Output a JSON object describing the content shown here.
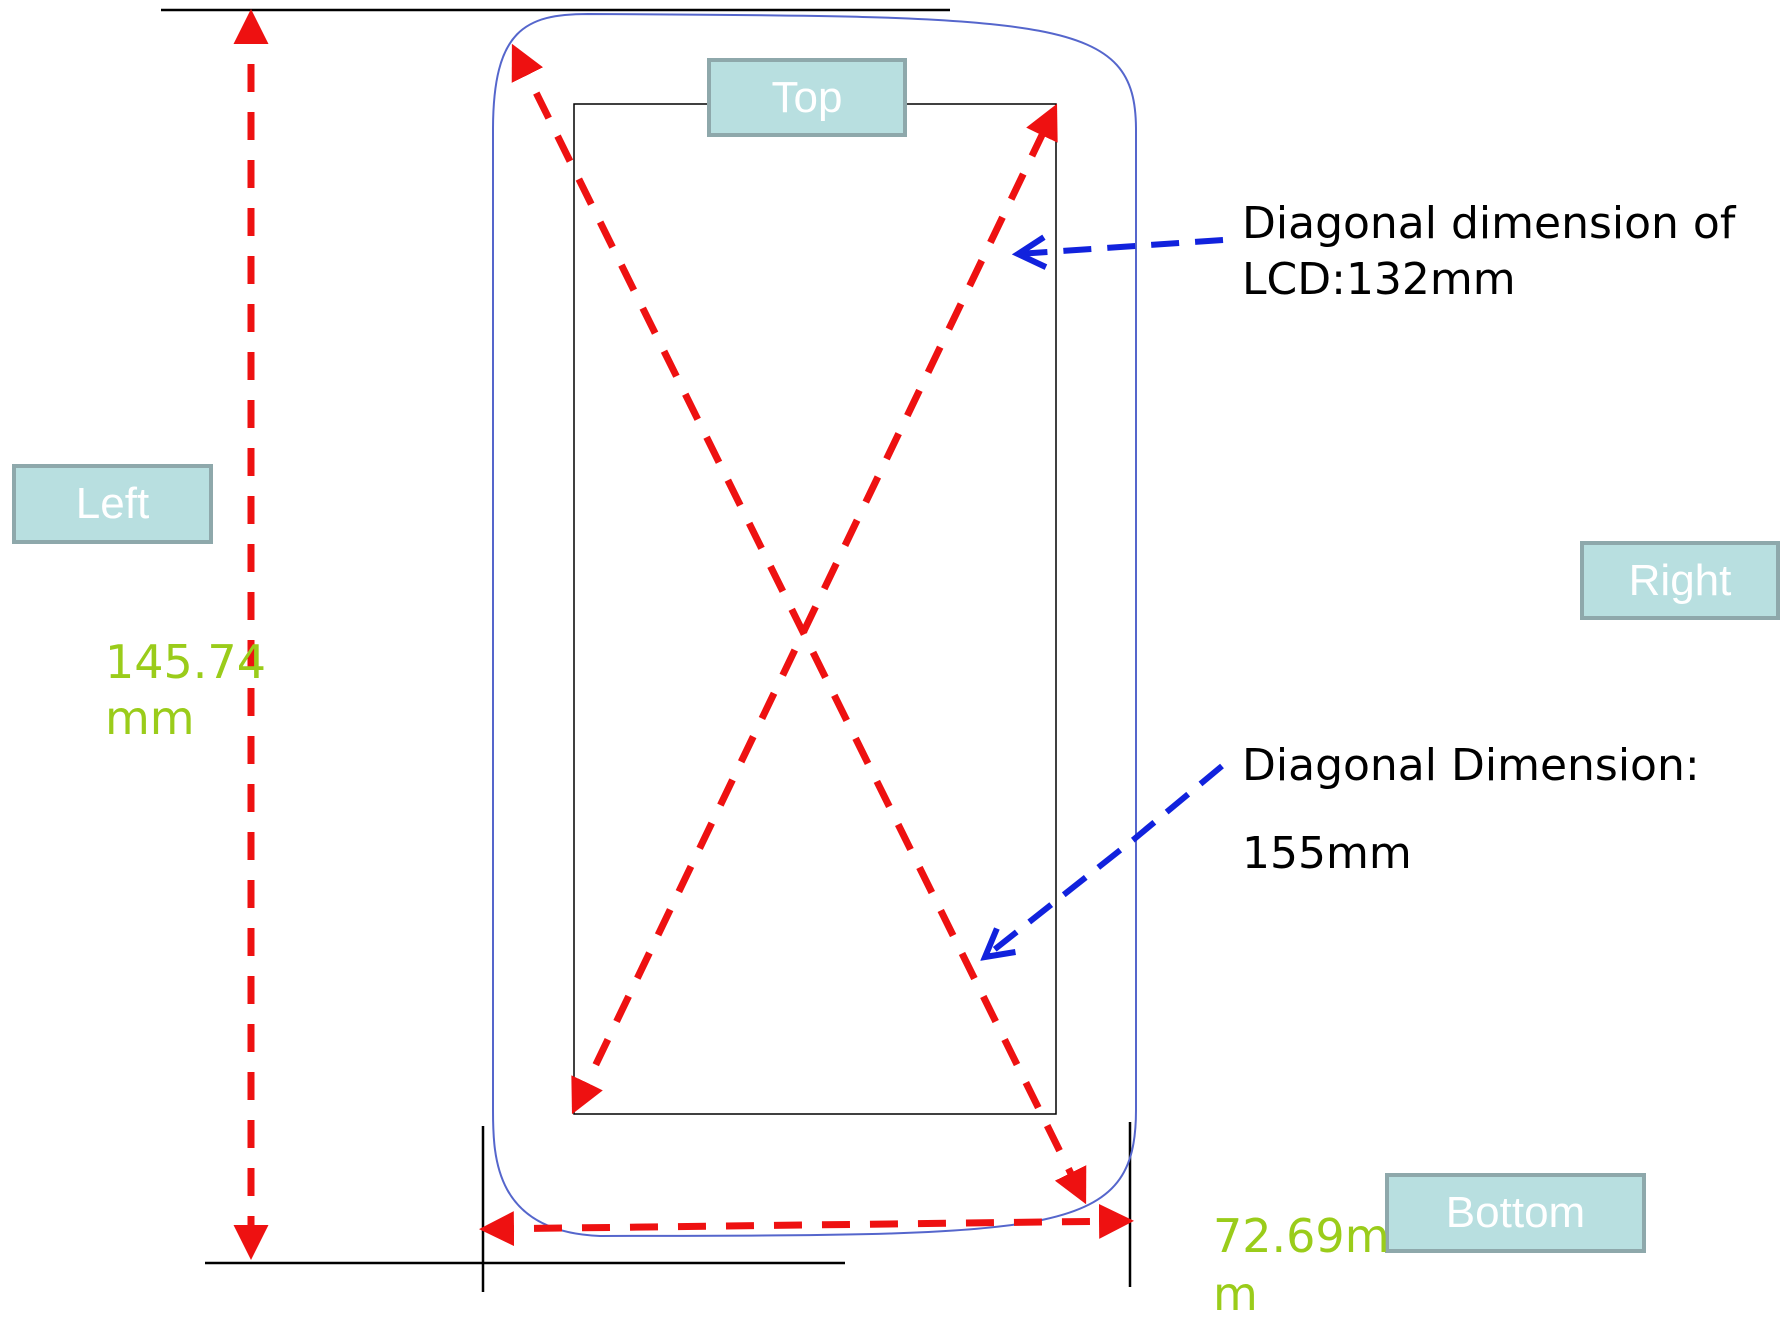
{
  "labels": {
    "top": "Top",
    "left": "Left",
    "right": "Right",
    "bottom": "Bottom"
  },
  "annotations": {
    "lcd_diagonal_line1": "Diagonal dimension of",
    "lcd_diagonal_line2": "LCD:132mm",
    "device_diagonal_line1": "Diagonal Dimension:",
    "device_diagonal_line2": "155mm"
  },
  "measurements": {
    "height_value": "145.74",
    "height_unit": "mm",
    "width_value": "72.69m",
    "width_unit": "m"
  },
  "colors": {
    "dimension_arrow": "#ee1111",
    "pointer_arrow": "#1122dd",
    "device_outline": "#5566cc",
    "measurement_text": "#9acc1a",
    "tag_fill": "#b8dfe0",
    "tag_border": "#8ea8ab"
  }
}
